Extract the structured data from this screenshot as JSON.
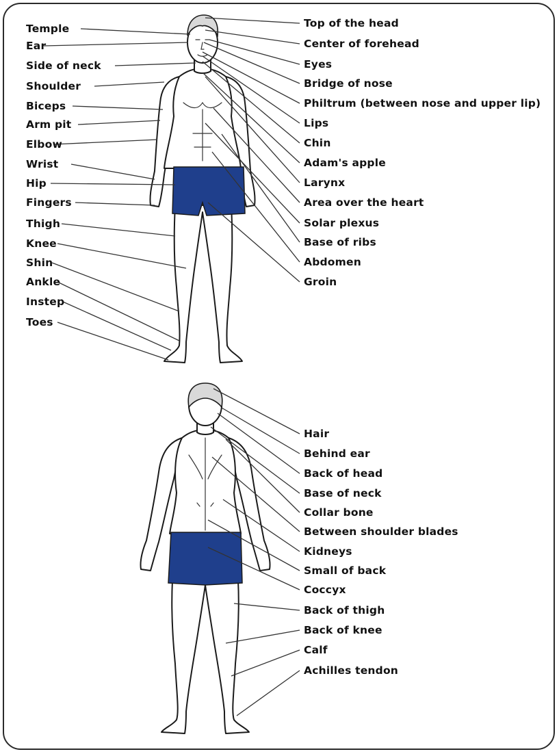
{
  "colors": {
    "shorts": "#1f3f8c",
    "ink": "#111111",
    "frame": "#2a2a2a"
  },
  "front": {
    "left_labels": [
      "Temple",
      "Ear",
      "Side of neck",
      "Shoulder",
      "Biceps",
      "Arm pit",
      "Elbow",
      "Wrist",
      "Hip",
      "Fingers",
      "Thigh",
      "Knee",
      "Shin",
      "Ankle",
      "Instep",
      "Toes"
    ],
    "right_labels": [
      "Top of the head",
      "Center of forehead",
      "Eyes",
      "Bridge of nose",
      "Philtrum (between nose and upper lip)",
      "Lips",
      "Chin",
      "Adam's apple",
      "Larynx",
      "Area over the heart",
      "Solar plexus",
      "Base of ribs",
      "Abdomen",
      "Groin"
    ]
  },
  "back": {
    "right_labels": [
      "Hair",
      "Behind ear",
      "Back of head",
      "Base of neck",
      "Collar bone",
      "Between shoulder blades",
      "Kidneys",
      "Small of back",
      "Coccyx",
      "Back of thigh",
      "Back of knee",
      "Calf",
      "Achilles tendon"
    ]
  }
}
